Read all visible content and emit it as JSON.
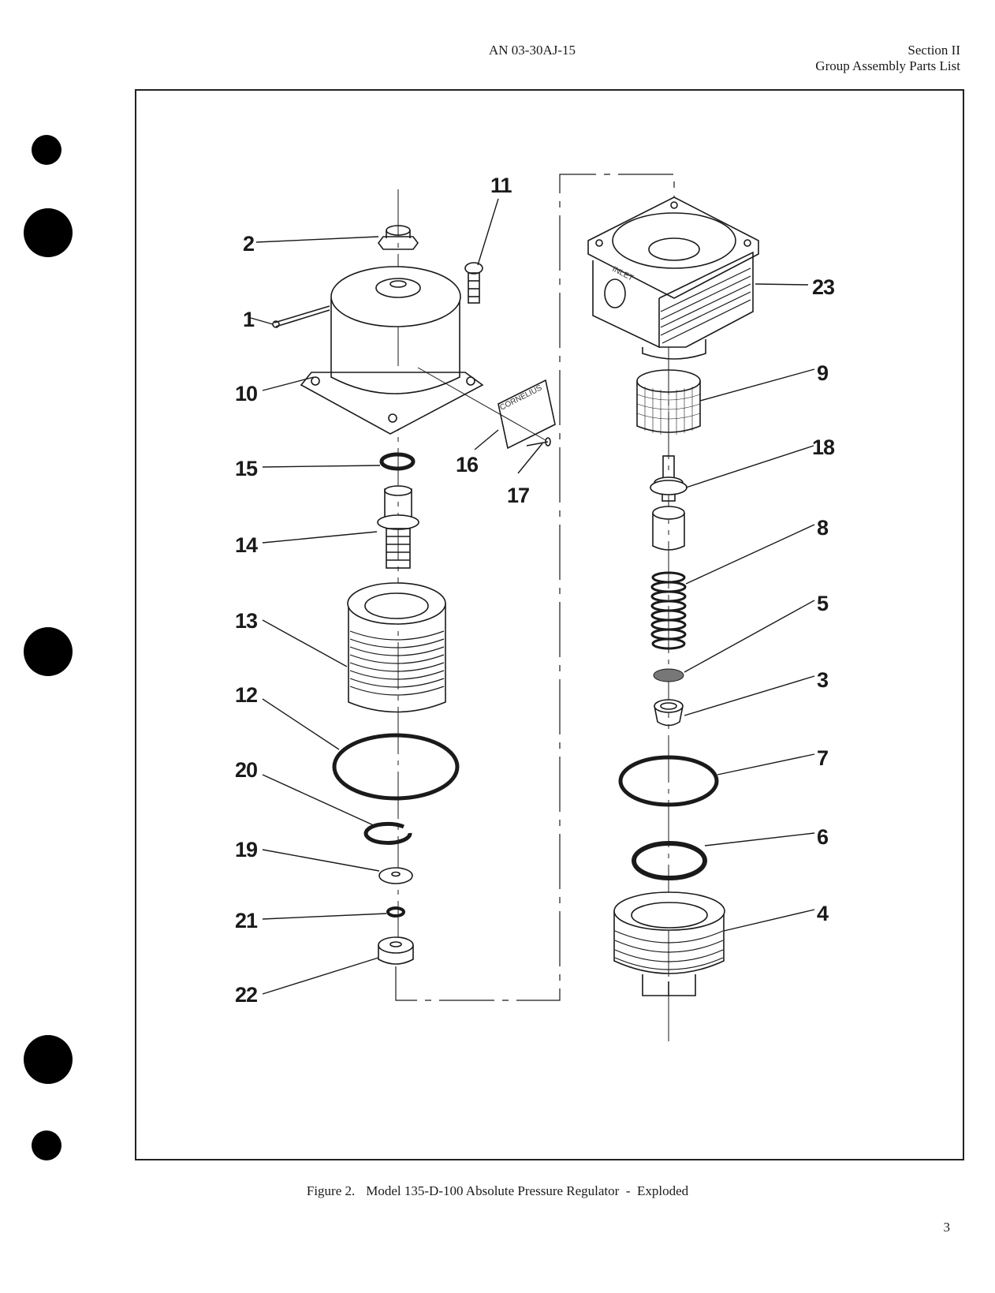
{
  "header": {
    "doc_number": "AN 03-30AJ-15",
    "section": "Section II",
    "section_title": "Group Assembly Parts List"
  },
  "figure": {
    "caption_label": "Figure 2.",
    "caption_text": "Model 135-D-100 Absolute Pressure Regulator  -  Exploded",
    "nameplate_brand": "CORNELIUS",
    "body_marking": "INLET",
    "callouts": [
      "1",
      "2",
      "3",
      "4",
      "5",
      "6",
      "7",
      "8",
      "9",
      "10",
      "11",
      "12",
      "13",
      "14",
      "15",
      "16",
      "17",
      "18",
      "19",
      "20",
      "21",
      "22",
      "23"
    ]
  },
  "page_number": "3"
}
